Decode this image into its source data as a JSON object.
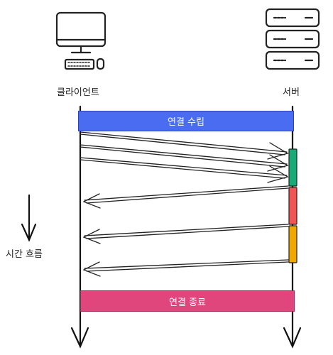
{
  "participants": {
    "client": {
      "label": "클라이언트",
      "icon": "desktop-computer-icon"
    },
    "server": {
      "label": "서버",
      "icon": "server-rack-icon"
    }
  },
  "time_axis": {
    "label": "시간 흐름"
  },
  "phases": {
    "connect": {
      "label": "연결 수립",
      "color": "#4a6cf0"
    },
    "close": {
      "label": "연결 종료",
      "color": "#e0457b"
    }
  },
  "messages": [
    {
      "direction": "client-to-server",
      "count": 3
    },
    {
      "direction": "server-to-client",
      "count": 3
    }
  ],
  "server_processing": {
    "colors": [
      "#1aaa78",
      "#f05454",
      "#f0a800"
    ]
  }
}
